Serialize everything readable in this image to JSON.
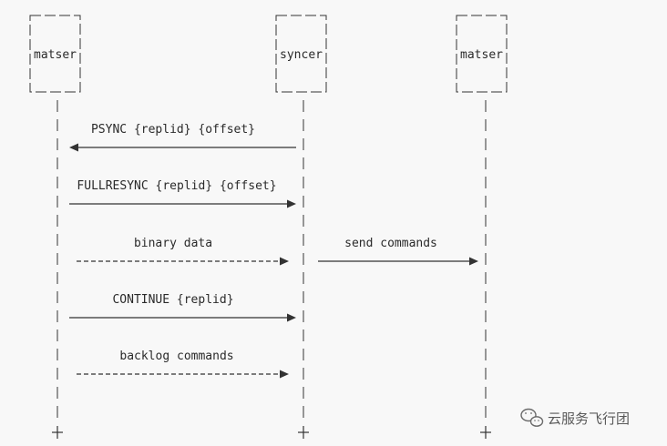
{
  "participants": [
    {
      "id": "p1",
      "label": "matser"
    },
    {
      "id": "p2",
      "label": "syncer"
    },
    {
      "id": "p3",
      "label": "matser"
    }
  ],
  "messages": [
    {
      "from": "p2",
      "to": "p1",
      "label": "PSYNC {replid} {offset}",
      "style": "solid"
    },
    {
      "from": "p1",
      "to": "p2",
      "label": "FULLRESYNC {replid} {offset}",
      "style": "solid"
    },
    {
      "from": "p1",
      "to": "p2",
      "label": "binary data",
      "style": "dashed"
    },
    {
      "from": "p2",
      "to": "p3",
      "label": "send commands",
      "style": "solid"
    },
    {
      "from": "p1",
      "to": "p2",
      "label": "CONTINUE {replid}",
      "style": "solid"
    },
    {
      "from": "p1",
      "to": "p2",
      "label": "backlog commands",
      "style": "dashed"
    }
  ],
  "watermark": {
    "text": "云服务飞行团",
    "icon": "wechat-icon"
  },
  "colors": {
    "background": "#f8f8f8",
    "line": "#333333",
    "text": "#2a2a2a"
  }
}
